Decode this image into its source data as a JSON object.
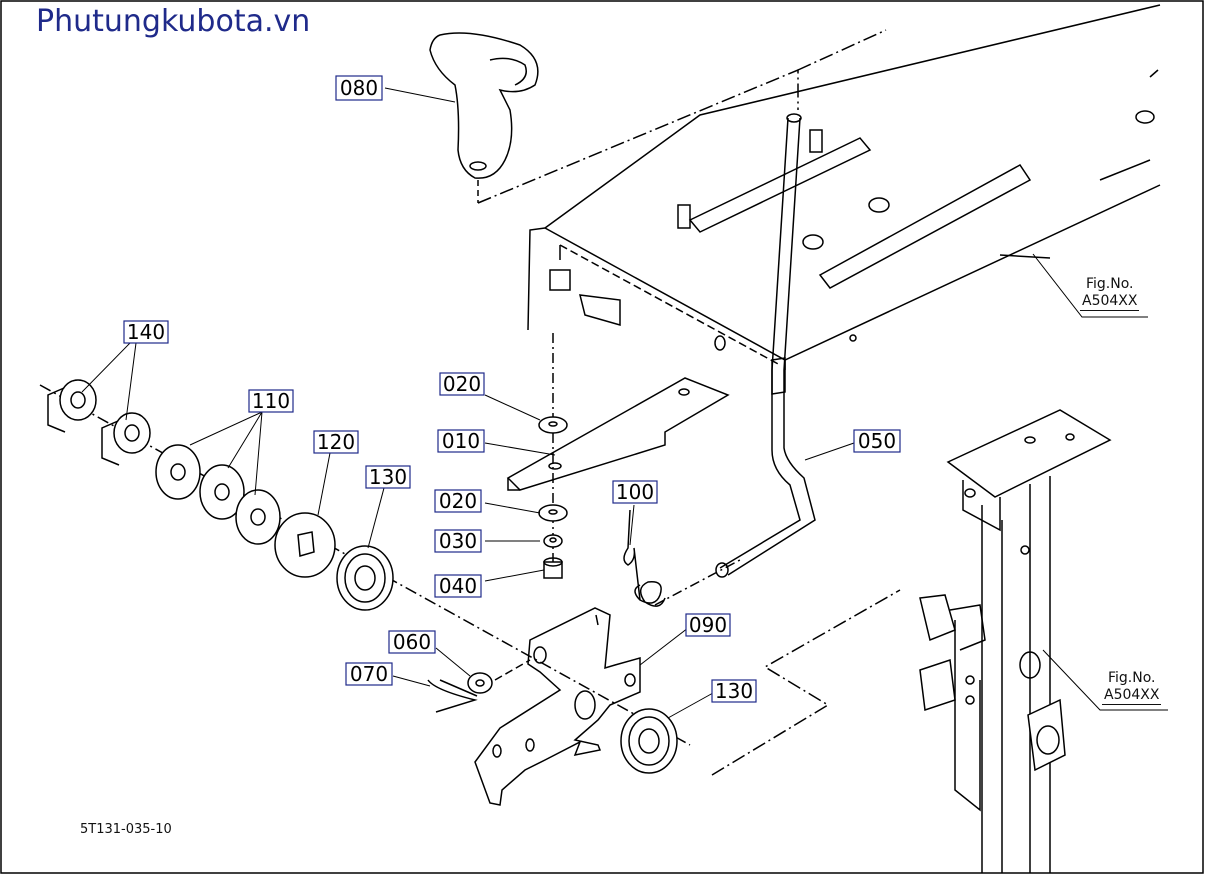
{
  "watermark": "Phutungkubota.vn",
  "diagram_code": "5T131-035-10",
  "fig_refs": [
    {
      "label": "Fig.No.",
      "code": "A504XX"
    },
    {
      "label": "Fig.No.",
      "code": "A504XX"
    }
  ],
  "callouts": {
    "c080": "080",
    "c140": "140",
    "c110": "110",
    "c120": "120",
    "c130a": "130",
    "c020a": "020",
    "c010": "010",
    "c020b": "020",
    "c030": "030",
    "c040": "040",
    "c100": "100",
    "c050": "050",
    "c090": "090",
    "c060": "060",
    "c070": "070",
    "c130b": "130"
  }
}
